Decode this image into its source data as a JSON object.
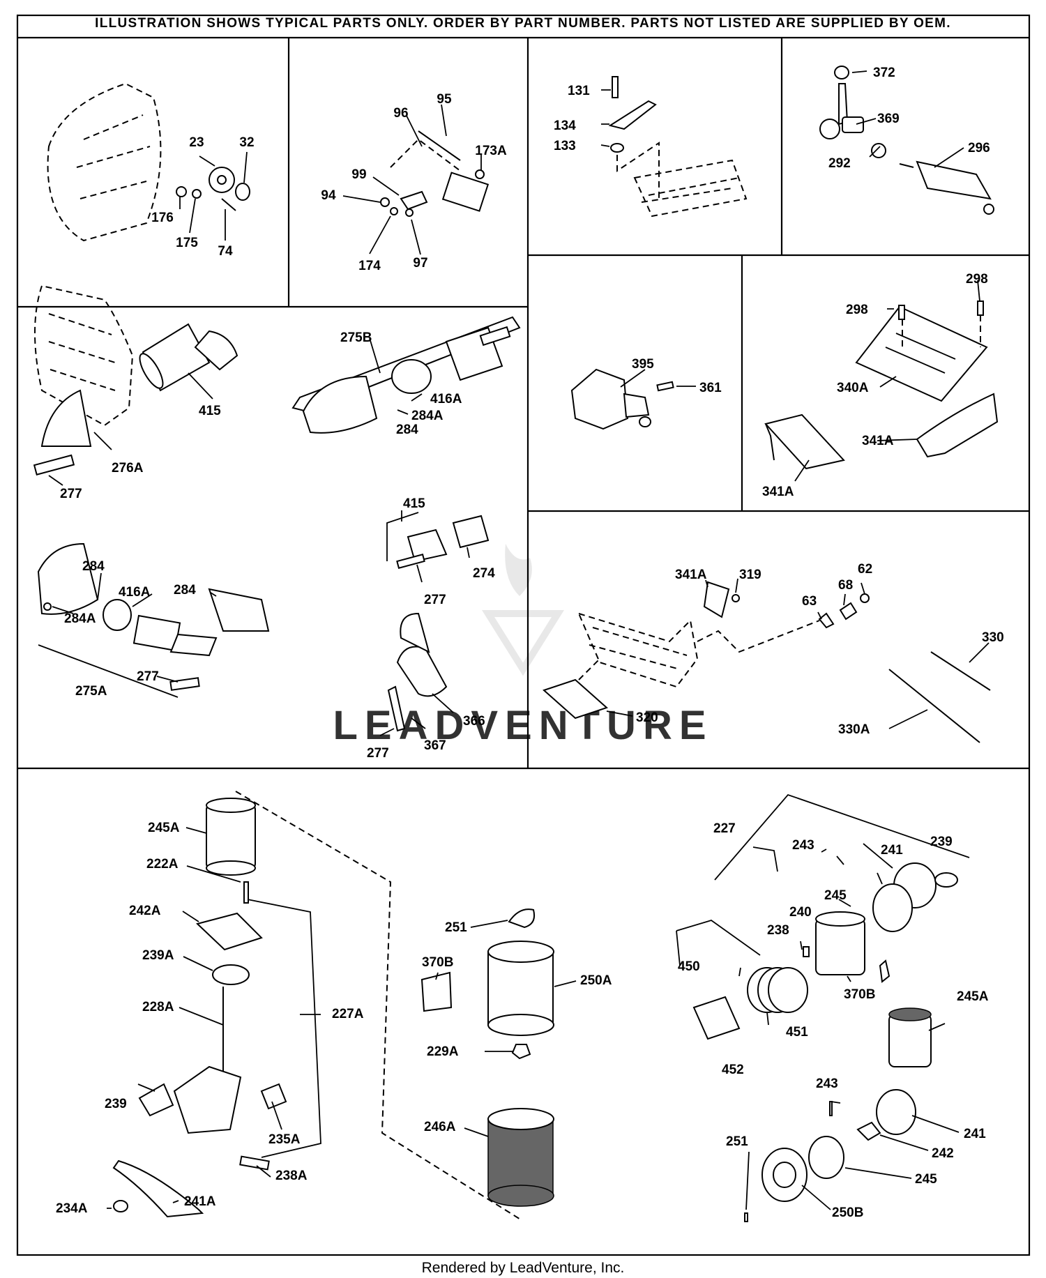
{
  "header": "ILLUSTRATION SHOWS TYPICAL PARTS ONLY. ORDER BY PART NUMBER. PARTS NOT LISTED ARE SUPPLIED BY OEM.",
  "watermark": "LEADVENTURE",
  "footer": "Rendered by LeadVenture, Inc.",
  "panels": {
    "flywheel": [
      "23",
      "32",
      "176",
      "175",
      "74"
    ],
    "carb_gov": [
      "96",
      "95",
      "173A",
      "99",
      "94",
      "174",
      "97"
    ],
    "linkage": [
      "131",
      "134",
      "133"
    ],
    "valve": [
      "372",
      "369",
      "292",
      "296"
    ],
    "muffler_a": [
      "415",
      "276A",
      "277"
    ],
    "muffler_b": [
      "275B",
      "416A",
      "284A",
      "284"
    ],
    "switch": [
      "395",
      "361"
    ],
    "brackets": [
      "298",
      "298",
      "340A",
      "341A",
      "341A"
    ],
    "muffler_c": [
      "284",
      "416A",
      "284",
      "284A",
      "277",
      "275A"
    ],
    "muffler_d": [
      "415",
      "274",
      "277",
      "366",
      "277",
      "367"
    ],
    "control": [
      "341A",
      "319",
      "63",
      "68",
      "62",
      "330",
      "330A",
      "320"
    ],
    "air_filter_a": [
      "245A",
      "222A",
      "242A",
      "239A",
      "228A",
      "227A",
      "239",
      "235A",
      "238A",
      "241A",
      "234A"
    ],
    "air_filter_b": [
      "251",
      "370B",
      "250A",
      "229A",
      "246A"
    ],
    "air_filter_c": [
      "227",
      "243",
      "241",
      "239",
      "245",
      "240",
      "238",
      "450",
      "370B",
      "451",
      "452",
      "245A",
      "243",
      "251",
      "241",
      "242",
      "245",
      "250B"
    ]
  }
}
